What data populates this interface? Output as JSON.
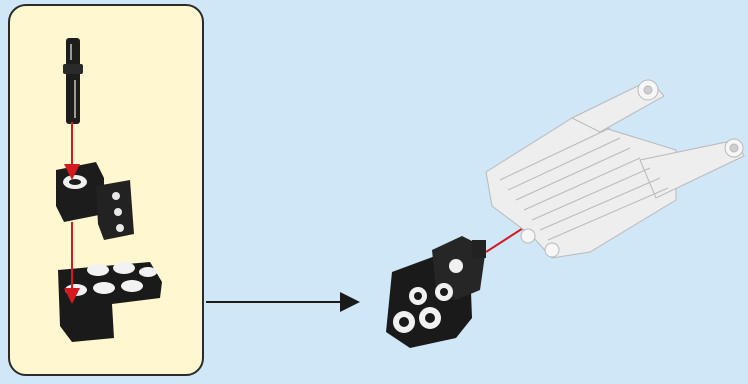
{
  "panel": {
    "background": "#cfe7f6",
    "callout_background": "#fff7cf"
  },
  "callout": {
    "steps": [
      {
        "name": "axle-with-stop"
      },
      {
        "name": "black-angled-connector"
      },
      {
        "name": "black-t-shaped-beam"
      }
    ],
    "arrow_color": "#d6181f"
  },
  "main": {
    "parts": [
      {
        "name": "black-subassembly"
      },
      {
        "name": "white-frame-assembly"
      }
    ],
    "arrow_color": "#d6181f",
    "flow_arrow_color": "#1a1a1a"
  }
}
